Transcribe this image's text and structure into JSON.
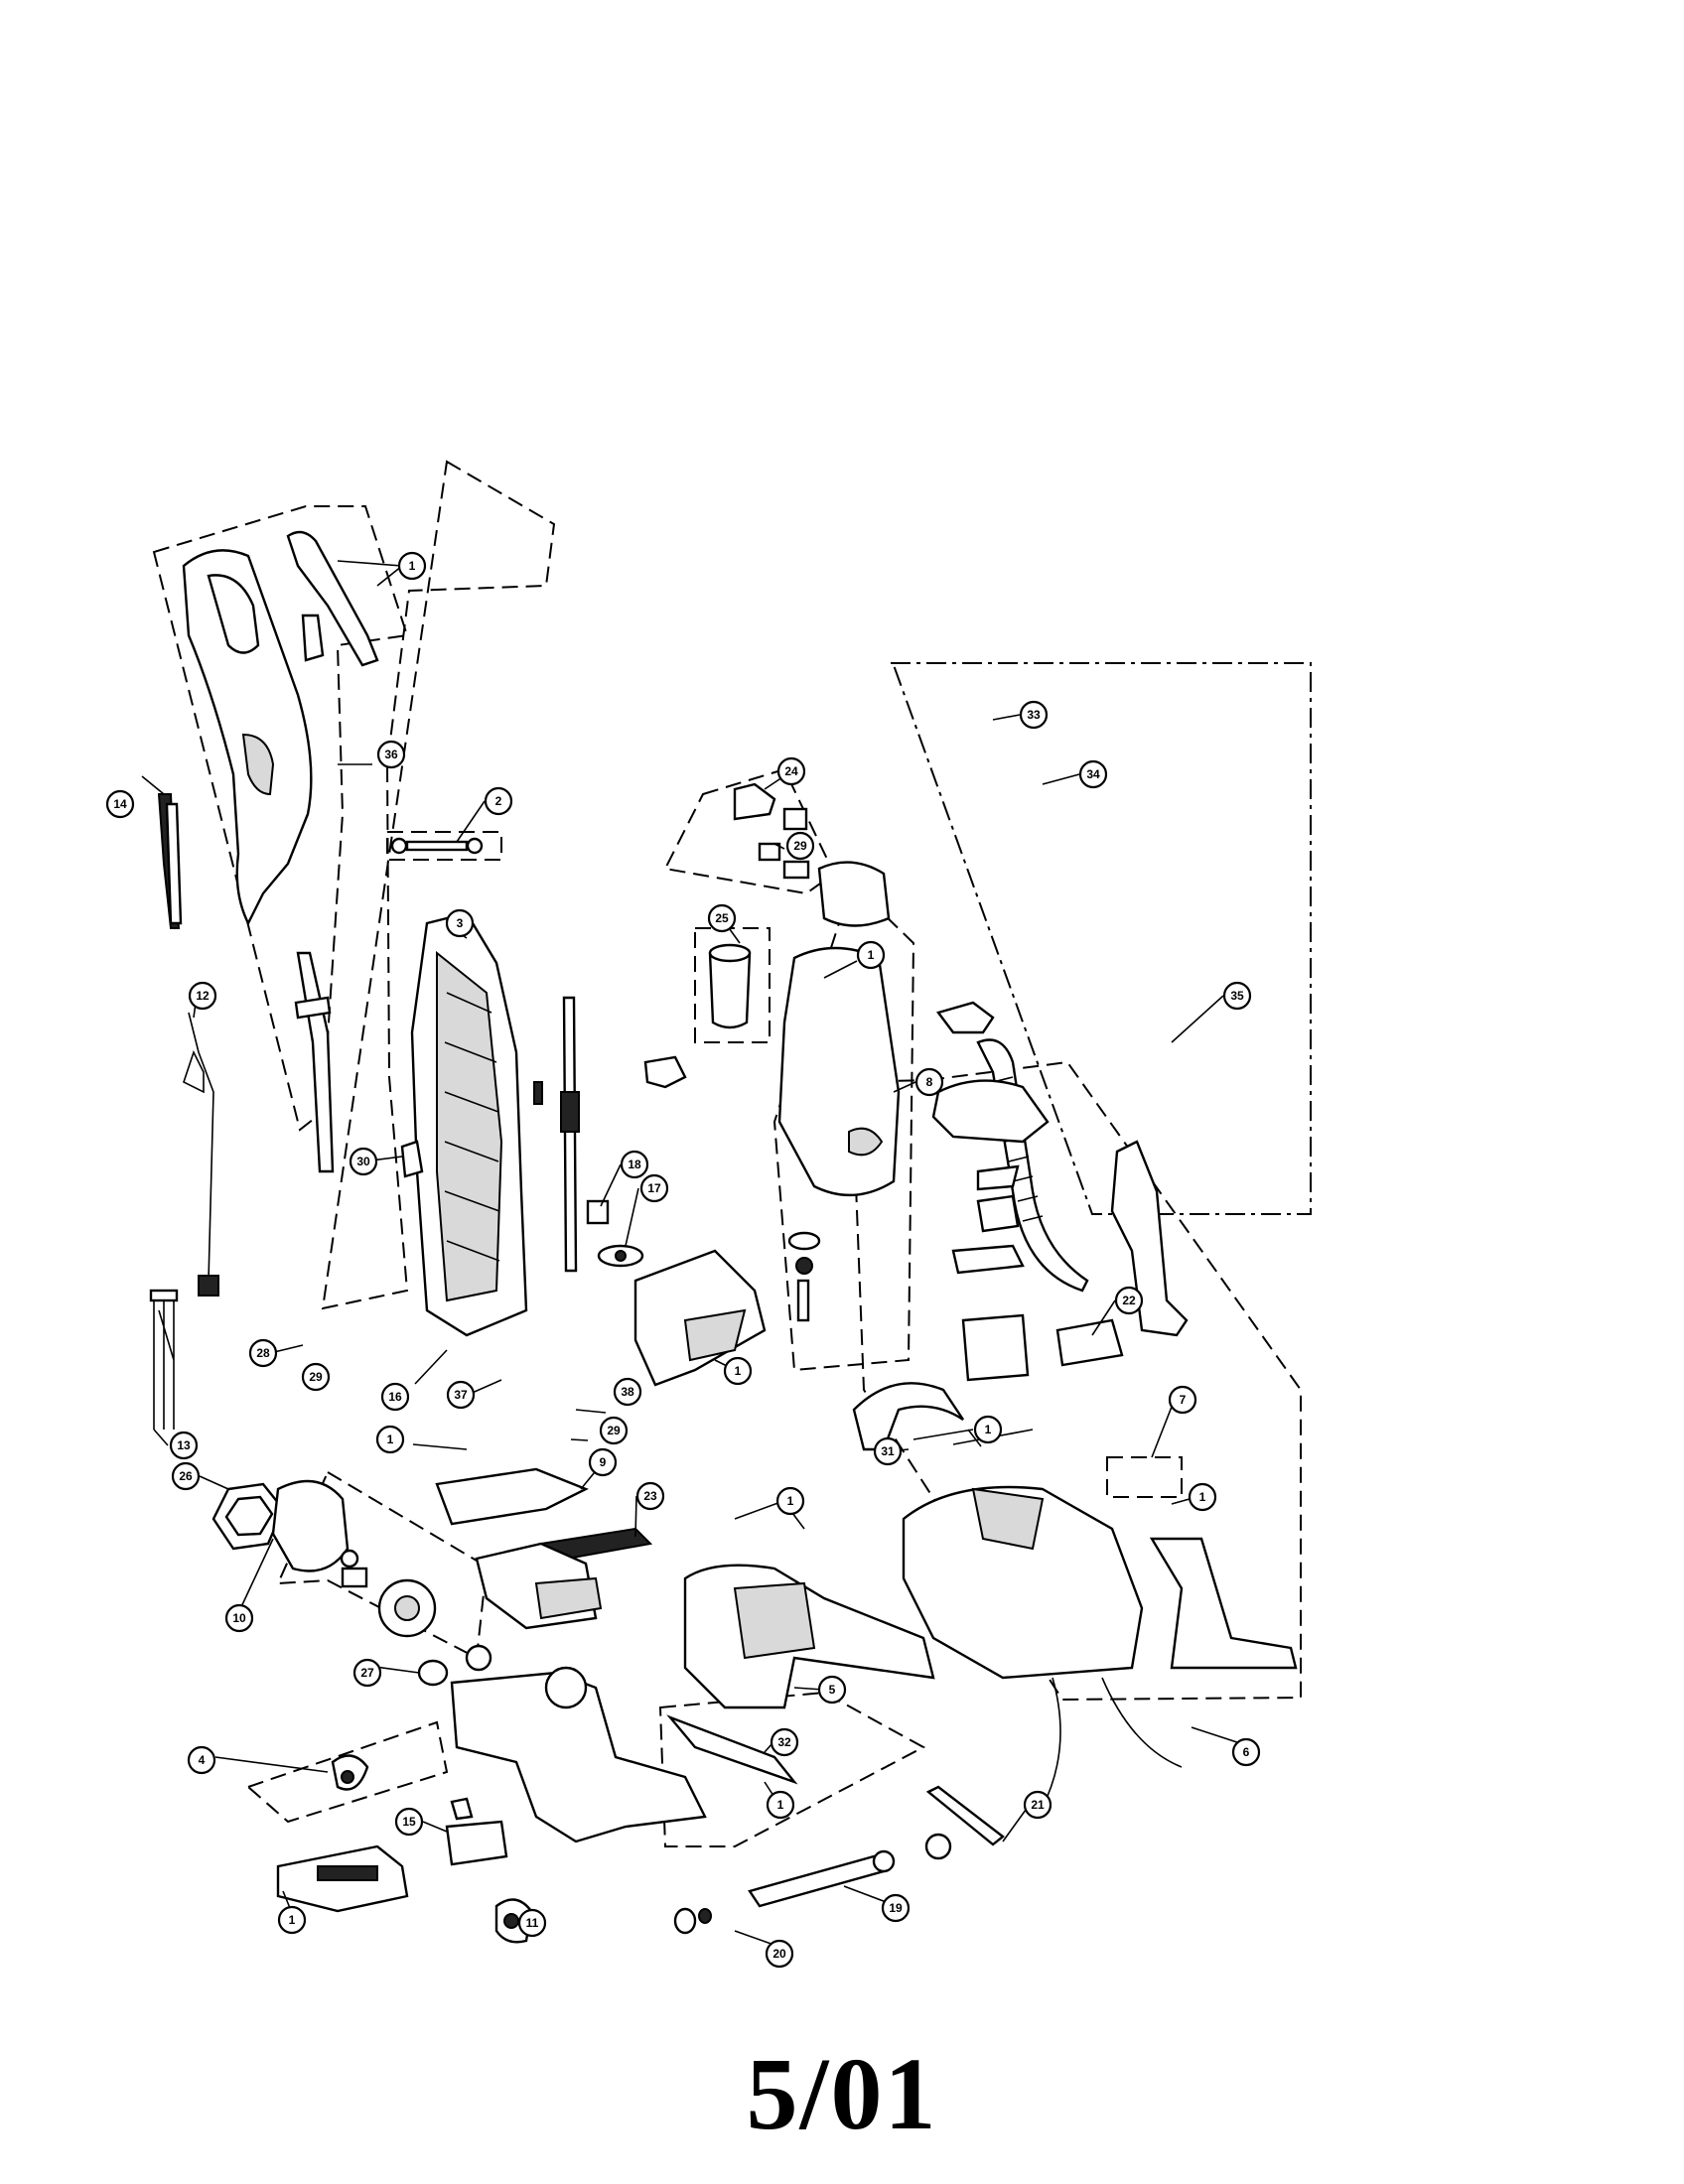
{
  "footer": {
    "date_code": "5/01"
  },
  "callouts": [
    {
      "label": "1"
    },
    {
      "label": "36"
    },
    {
      "label": "14"
    },
    {
      "label": "2"
    },
    {
      "label": "24"
    },
    {
      "label": "29"
    },
    {
      "label": "33"
    },
    {
      "label": "34"
    },
    {
      "label": "35"
    },
    {
      "label": "25"
    },
    {
      "label": "1"
    },
    {
      "label": "3"
    },
    {
      "label": "12"
    },
    {
      "label": "8"
    },
    {
      "label": "30"
    },
    {
      "label": "18"
    },
    {
      "label": "17"
    },
    {
      "label": "1"
    },
    {
      "label": "22"
    },
    {
      "label": "28"
    },
    {
      "label": "29"
    },
    {
      "label": "16"
    },
    {
      "label": "37"
    },
    {
      "label": "38"
    },
    {
      "label": "29"
    },
    {
      "label": "7"
    },
    {
      "label": "1"
    },
    {
      "label": "31"
    },
    {
      "label": "13"
    },
    {
      "label": "1"
    },
    {
      "label": "9"
    },
    {
      "label": "26"
    },
    {
      "label": "23"
    },
    {
      "label": "1"
    },
    {
      "label": "1"
    },
    {
      "label": "10"
    },
    {
      "label": "27"
    },
    {
      "label": "5"
    },
    {
      "label": "6"
    },
    {
      "label": "4"
    },
    {
      "label": "32"
    },
    {
      "label": "1"
    },
    {
      "label": "21"
    },
    {
      "label": "15"
    },
    {
      "label": "1"
    },
    {
      "label": "11"
    },
    {
      "label": "19"
    },
    {
      "label": "20"
    }
  ]
}
